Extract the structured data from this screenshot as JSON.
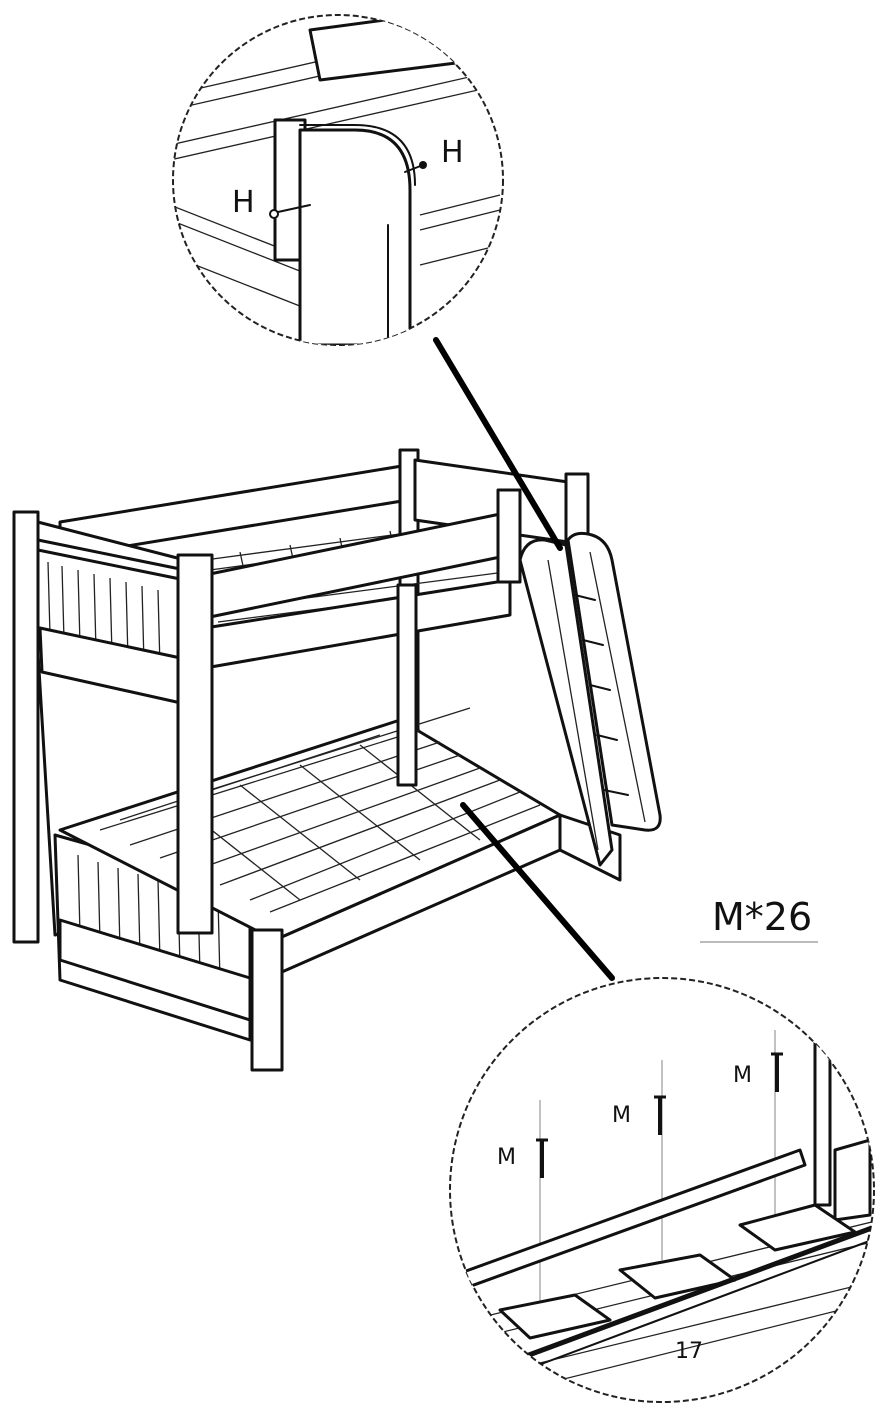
{
  "top_callout": {
    "labels": [
      "H",
      "H"
    ]
  },
  "bottom_callout": {
    "heading": "M*26",
    "screw_labels": [
      "M",
      "M",
      "M"
    ],
    "part_number": "17"
  }
}
